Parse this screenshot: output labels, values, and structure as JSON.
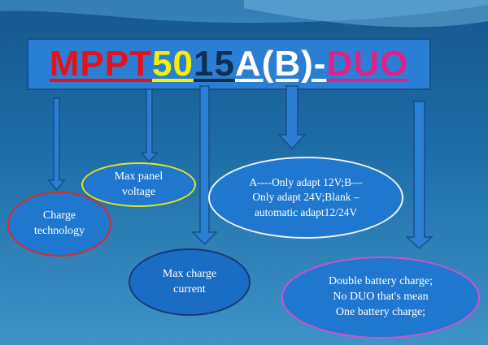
{
  "title": {
    "segments": [
      {
        "text": "MPPT",
        "color": "#e8101c"
      },
      {
        "text": "50",
        "color": "#f5f000"
      },
      {
        "text": "15",
        "color": "#0f2f52"
      },
      {
        "text": "A(B)",
        "color": "#ffffff"
      },
      {
        "text": "-",
        "color": "#ffffff"
      },
      {
        "text": "DUO",
        "color": "#e0208a"
      }
    ]
  },
  "labels": {
    "charge_technology": "Charge\ntechnology",
    "max_panel_voltage": "Max panel\nvoltage",
    "adapt_voltage": "A----Only adapt 12V;B—\nOnly adapt 24V;Blank –\nautomatic  adapt12/24V",
    "max_charge_current": "Max charge\ncurrent",
    "duo": "Double battery charge;\nNo DUO that's mean\nOne battery charge;"
  },
  "colors": {
    "background": "#1f6ea8",
    "box_fill": "#2a7fd4",
    "ellipse_fill": "#1f77d0",
    "arrow": "#2a7fd4"
  }
}
